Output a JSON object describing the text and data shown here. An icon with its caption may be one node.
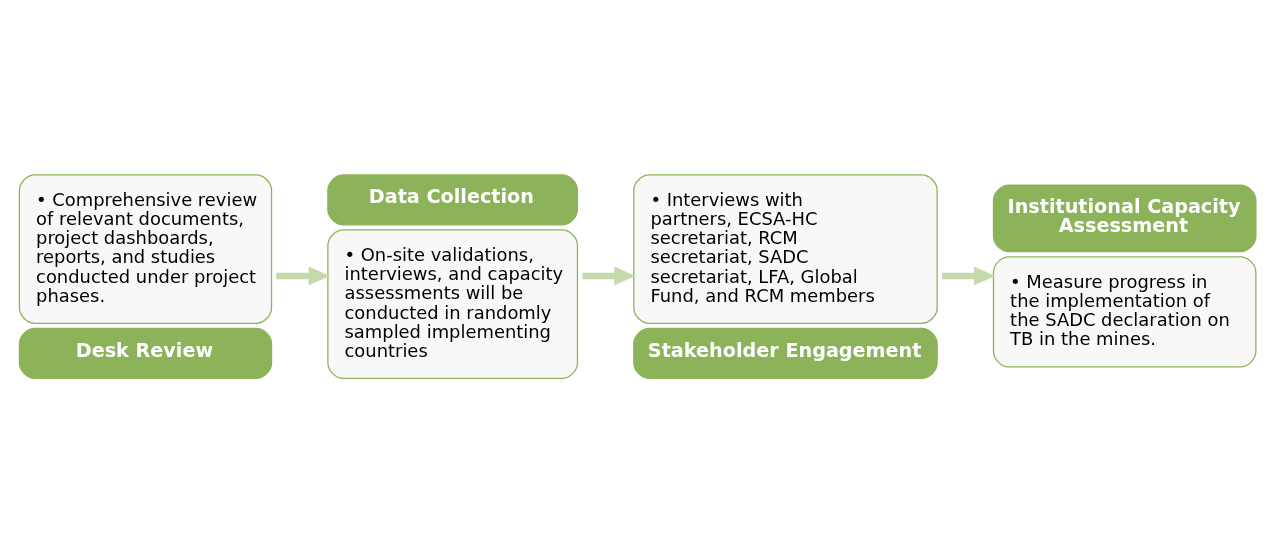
{
  "diagram": {
    "nodes": [
      {
        "text": [
          "• Comprehensive review of relevant documents, project dashboards, reports, and studies conducted under project phases.",
          "Desk Review"
        ]
      },
      {
        "text": [
          "Data Collection",
          "• On-site validations, interviews, and capacity assessments will be conducted in randomly sampled implementing countries"
        ]
      },
      {
        "text": [
          "• Interviews with partners, ECSA-HC secretariat, RCM secretariat, SADC secretariat, LFA, Global Fund, and RCM members",
          "Stakeholder Engagement"
        ]
      },
      {
        "text": [
          "Institutional Capacity Assessment",
          "• Measure progress in the implementation of the SADC declaration on TB in the mines."
        ]
      }
    ],
    "edges": [
      {
        "from": 0,
        "to": 1,
        "arrow": "to"
      },
      {
        "from": 1,
        "to": 2,
        "arrow": "to"
      },
      {
        "from": 2,
        "to": 3,
        "arrow": "to"
      }
    ]
  }
}
